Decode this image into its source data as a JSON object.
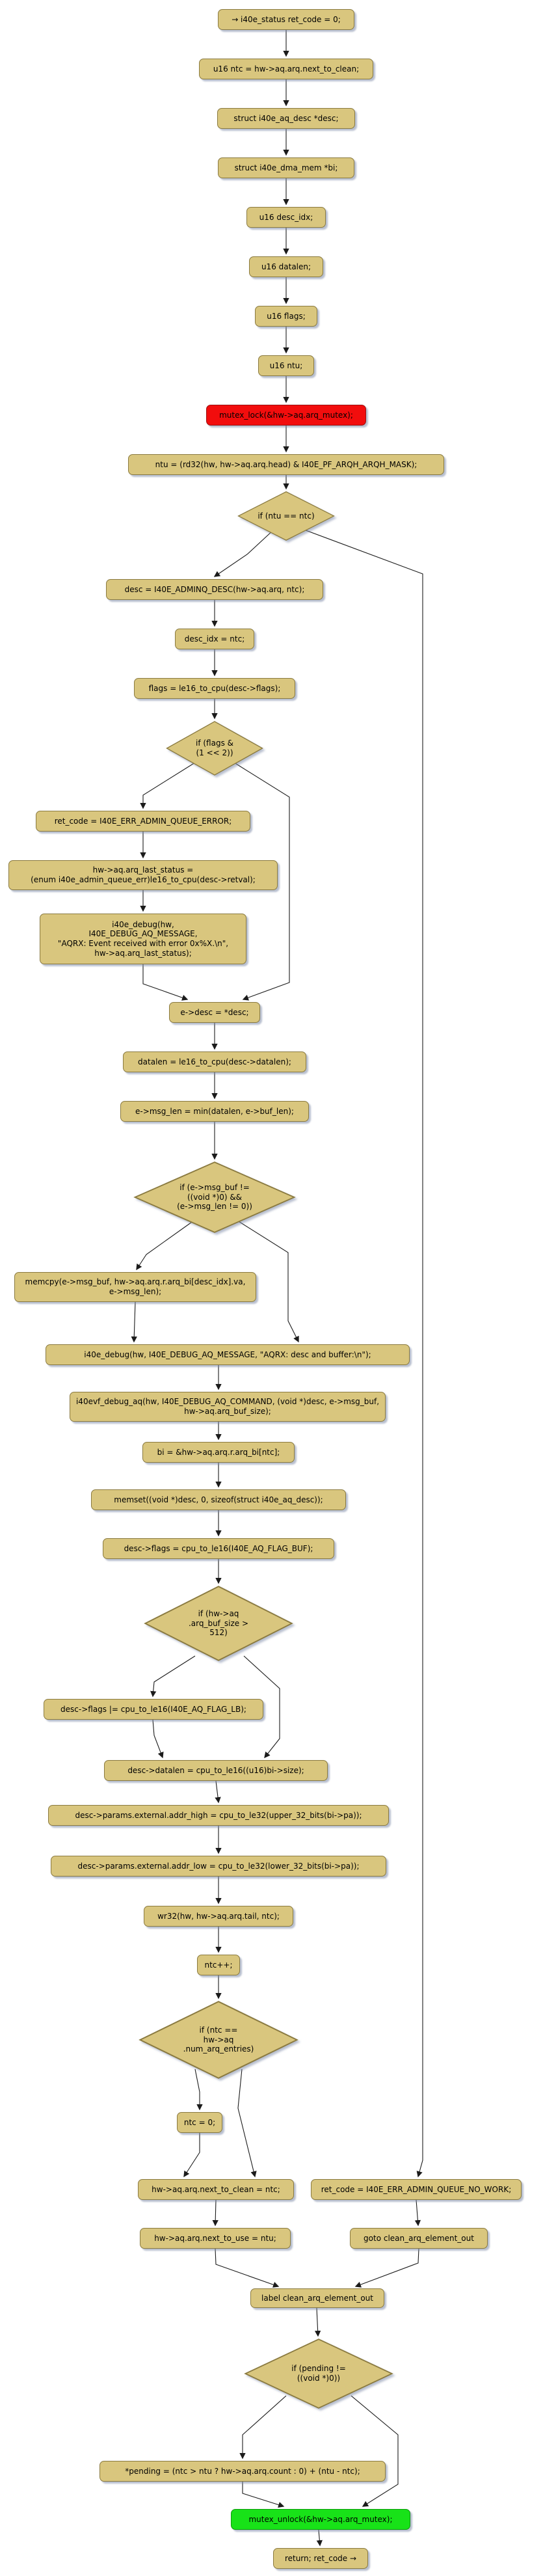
{
  "diagram": {
    "kind": "control-flow-graph",
    "colors": {
      "node_fill": "#d9c67e",
      "node_border": "#8a7a40",
      "mutex_lock_fill": "#f20d0d",
      "mutex_unlock_fill": "#18e218",
      "edge": "#1b1b1b",
      "background": "#ffffff"
    },
    "nodes": [
      {
        "kind": "entry",
        "label": "→ i40e_status ret_code = 0;"
      },
      {
        "kind": "statement",
        "label": "u16 ntc = hw->aq.arq.next_to_clean;"
      },
      {
        "kind": "statement",
        "label": "struct i40e_aq_desc *desc;"
      },
      {
        "kind": "statement",
        "label": "struct i40e_dma_mem *bi;"
      },
      {
        "kind": "statement",
        "label": "u16 desc_idx;"
      },
      {
        "kind": "statement",
        "label": "u16 datalen;"
      },
      {
        "kind": "statement",
        "label": "u16 flags;"
      },
      {
        "kind": "statement",
        "label": "u16 ntu;"
      },
      {
        "kind": "mutex-lock",
        "label": "mutex_lock(&hw->aq.arq_mutex);"
      },
      {
        "kind": "statement",
        "label": "ntu = (rd32(hw, hw->aq.arq.head) & I40E_PF_ARQH_ARQH_MASK);"
      },
      {
        "kind": "decision",
        "label": "if (ntu == ntc)"
      },
      {
        "kind": "statement",
        "label": "desc = I40E_ADMINQ_DESC(hw->aq.arq, ntc);"
      },
      {
        "kind": "statement",
        "label": "desc_idx = ntc;"
      },
      {
        "kind": "statement",
        "label": "flags = le16_to_cpu(desc->flags);"
      },
      {
        "kind": "decision",
        "label": "if (flags &\n(1 << 2))"
      },
      {
        "kind": "statement",
        "label": "ret_code = I40E_ERR_ADMIN_QUEUE_ERROR;"
      },
      {
        "kind": "statement",
        "label": "hw->aq.arq_last_status =\n(enum i40e_admin_queue_err)le16_to_cpu(desc->retval);"
      },
      {
        "kind": "statement",
        "label": "i40e_debug(hw,\nI40E_DEBUG_AQ_MESSAGE,\n\"AQRX: Event received with error 0x%X.\\n\",\nhw->aq.arq_last_status);"
      },
      {
        "kind": "statement",
        "label": "e->desc = *desc;"
      },
      {
        "kind": "statement",
        "label": "datalen = le16_to_cpu(desc->datalen);"
      },
      {
        "kind": "statement",
        "label": "e->msg_len = min(datalen, e->buf_len);"
      },
      {
        "kind": "decision",
        "label": "if (e->msg_buf !=\n((void *)0) &&\n(e->msg_len != 0))"
      },
      {
        "kind": "statement",
        "label": "memcpy(e->msg_buf, hw->aq.arq.r.arq_bi[desc_idx].va,\ne->msg_len);"
      },
      {
        "kind": "statement",
        "label": "i40e_debug(hw, I40E_DEBUG_AQ_MESSAGE, \"AQRX: desc and buffer:\\n\");"
      },
      {
        "kind": "statement",
        "label": "i40evf_debug_aq(hw, I40E_DEBUG_AQ_COMMAND, (void *)desc, e->msg_buf,\nhw->aq.arq_buf_size);"
      },
      {
        "kind": "statement",
        "label": "bi = &hw->aq.arq.r.arq_bi[ntc];"
      },
      {
        "kind": "statement",
        "label": "memset((void *)desc, 0, sizeof(struct i40e_aq_desc));"
      },
      {
        "kind": "statement",
        "label": "desc->flags = cpu_to_le16(I40E_AQ_FLAG_BUF);"
      },
      {
        "kind": "decision",
        "label": "if (hw->aq\n.arq_buf_size >\n512)"
      },
      {
        "kind": "statement",
        "label": "desc->flags |= cpu_to_le16(I40E_AQ_FLAG_LB);"
      },
      {
        "kind": "statement",
        "label": "desc->datalen = cpu_to_le16((u16)bi->size);"
      },
      {
        "kind": "statement",
        "label": "desc->params.external.addr_high = cpu_to_le32(upper_32_bits(bi->pa));"
      },
      {
        "kind": "statement",
        "label": "desc->params.external.addr_low = cpu_to_le32(lower_32_bits(bi->pa));"
      },
      {
        "kind": "statement",
        "label": "wr32(hw, hw->aq.arq.tail, ntc);"
      },
      {
        "kind": "statement",
        "label": "ntc++;"
      },
      {
        "kind": "decision",
        "label": "if (ntc ==\nhw->aq\n.num_arq_entries)"
      },
      {
        "kind": "statement",
        "label": "ntc = 0;"
      },
      {
        "kind": "statement",
        "label": "hw->aq.arq.next_to_clean = ntc;"
      },
      {
        "kind": "statement",
        "label": "ret_code = I40E_ERR_ADMIN_QUEUE_NO_WORK;"
      },
      {
        "kind": "statement",
        "label": "hw->aq.arq.next_to_use = ntu;"
      },
      {
        "kind": "goto",
        "label": "goto clean_arq_element_out"
      },
      {
        "kind": "label",
        "label": "label clean_arq_element_out"
      },
      {
        "kind": "decision",
        "label": "if (pending !=\n((void *)0))"
      },
      {
        "kind": "statement",
        "label": "*pending = (ntc > ntu ? hw->aq.arq.count : 0) + (ntu - ntc);"
      },
      {
        "kind": "mutex-unlock",
        "label": "mutex_unlock(&hw->aq.arq_mutex);"
      },
      {
        "kind": "return",
        "label": "return; ret_code →"
      }
    ]
  }
}
